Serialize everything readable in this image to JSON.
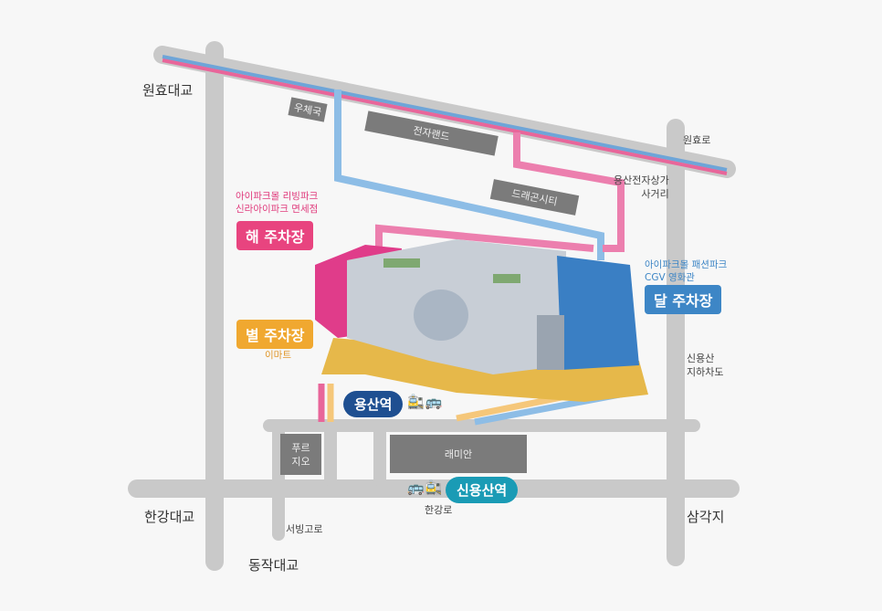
{
  "roads": {
    "wonhyo_bridge": "원효대교",
    "wonhyo_ro": "원효로",
    "hangang_bridge": "한강대교",
    "hangang_ro": "한강로",
    "seobinggo_ro": "서빙고로",
    "dongjak_bridge": "동작대교",
    "samgakji": "삼각지",
    "intersection": [
      "용산전자상가",
      "사거리"
    ],
    "underpass": [
      "신용산",
      "지하차도"
    ]
  },
  "buildings": {
    "post_office": "우체국",
    "electroland": "전자랜드",
    "dragon_city": "드래곤시티",
    "prugio": [
      "푸르",
      "지오"
    ],
    "raemian": "래미안"
  },
  "parking": {
    "hae": {
      "label": "해 주차장",
      "caption": [
        "아이파크몰 리빙파크",
        "신라아이파크 면세점"
      ],
      "color": "#e8447f"
    },
    "dal": {
      "label": "달 주차장",
      "caption": [
        "아이파크몰 패션파크",
        "CGV 영화관"
      ],
      "color": "#3d86c6"
    },
    "byeol": {
      "label": "별 주차장",
      "caption": [
        "이마트"
      ],
      "color": "#f0a830"
    }
  },
  "stations": {
    "yongsan": {
      "label": "용산역",
      "color": "#1e4f91"
    },
    "sinyongsan": {
      "label": "신용산역",
      "color": "#1a9bb5"
    }
  },
  "icons": {
    "transit": "bus-train-icon"
  }
}
